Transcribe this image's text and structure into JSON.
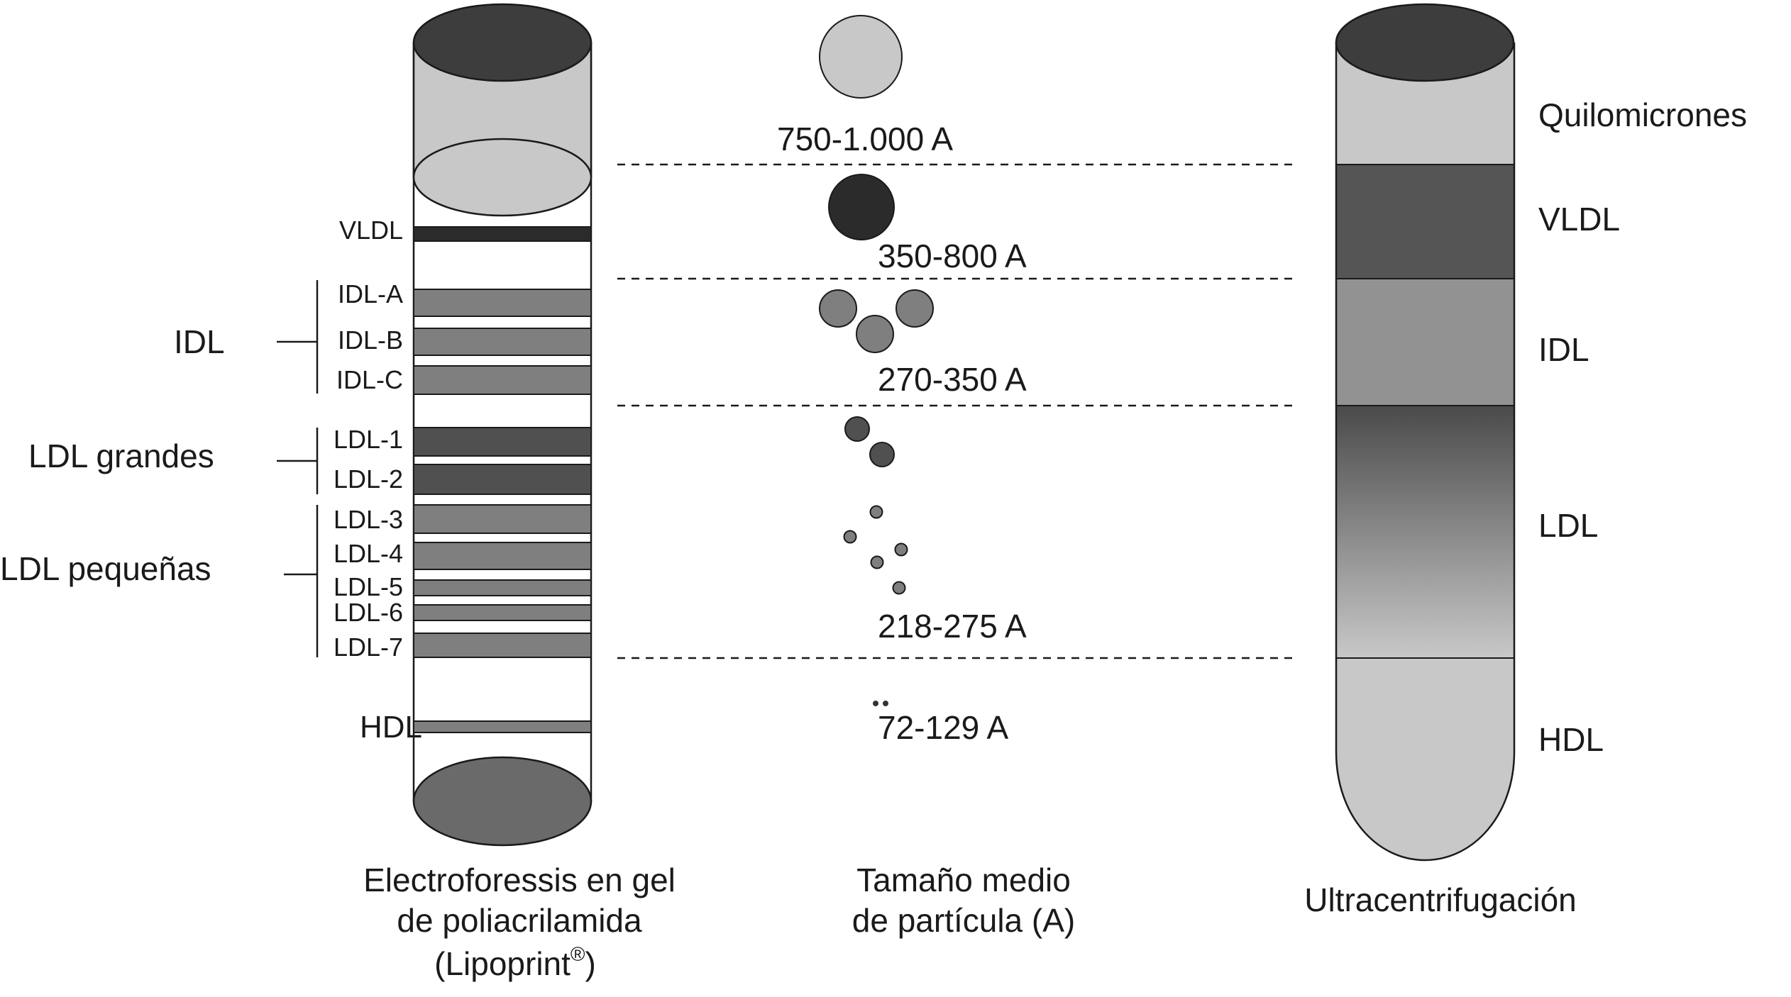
{
  "electrophoresis": {
    "caption_line1": "Electroforessis en gel",
    "caption_line2": "de poliacrilamida",
    "caption_line3": "(Lipoprint",
    "caption_registered": "®",
    "caption_line3_end": ")",
    "band_labels": {
      "vldl": "VLDL",
      "idl_a": "IDL-A",
      "idl_b": "IDL-B",
      "idl_c": "IDL-C",
      "ldl_1": "LDL-1",
      "ldl_2": "LDL-2",
      "ldl_3": "LDL-3",
      "ldl_4": "LDL-4",
      "ldl_5": "LDL-5",
      "ldl_6": "LDL-6",
      "ldl_7": "LDL-7",
      "hdl": "HDL"
    },
    "group_labels": {
      "idl": "IDL",
      "ldl_grandes": "LDL grandes",
      "ldl_pequenas": "LDL pequeñas"
    }
  },
  "particle_size": {
    "caption_line1": "Tamaño medio",
    "caption_line2": "de partícula (A)",
    "size_ranges": {
      "quilomicrones": "750-1.000 A",
      "vldl": "350-800 A",
      "idl": "270-350 A",
      "ldl": "218-275 A",
      "hdl": "72-129 A"
    }
  },
  "ultracentrifugation": {
    "caption": "Ultracentrifugación",
    "fraction_labels": {
      "quilomicrones": "Quilomicrones",
      "vldl": "VLDL",
      "idl": "IDL",
      "ldl": "LDL",
      "hdl": "HDL"
    }
  },
  "colors": {
    "dark_top": "#3d3d3d",
    "light_gray": "#c8c8c8",
    "mid_gray": "#7f7f7f",
    "dark_gray": "#505050",
    "vldl_band": "#2b2b2b",
    "line": "#1a1a1a"
  }
}
